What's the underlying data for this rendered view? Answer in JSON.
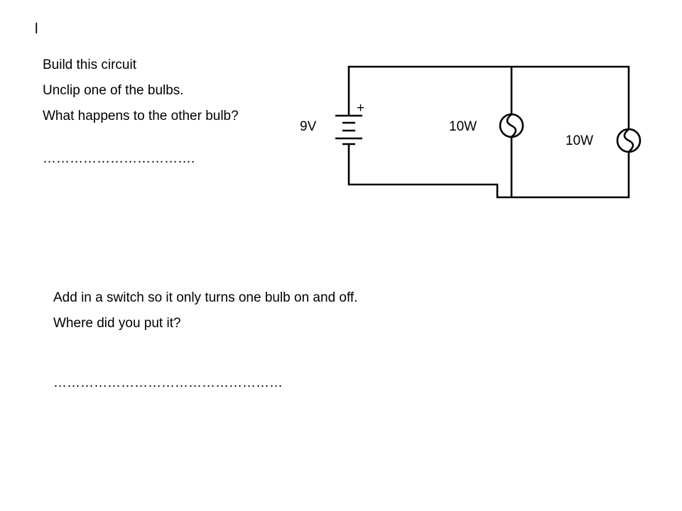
{
  "corner_mark": "l",
  "task_1": {
    "line_1": "Build this circuit",
    "line_2": "Unclip one of the bulbs.",
    "line_3": "What happens to the other bulb?",
    "answer_line": "……………………………."
  },
  "task_2": {
    "line_1": "Add in a switch so it only turns one bulb on and off.",
    "line_2": "Where did you put it?",
    "answer_line": "……………………………………………"
  },
  "circuit": {
    "battery_label": "9V",
    "battery_polarity": "+",
    "bulb_1_label": "10W",
    "bulb_2_label": "10W"
  }
}
